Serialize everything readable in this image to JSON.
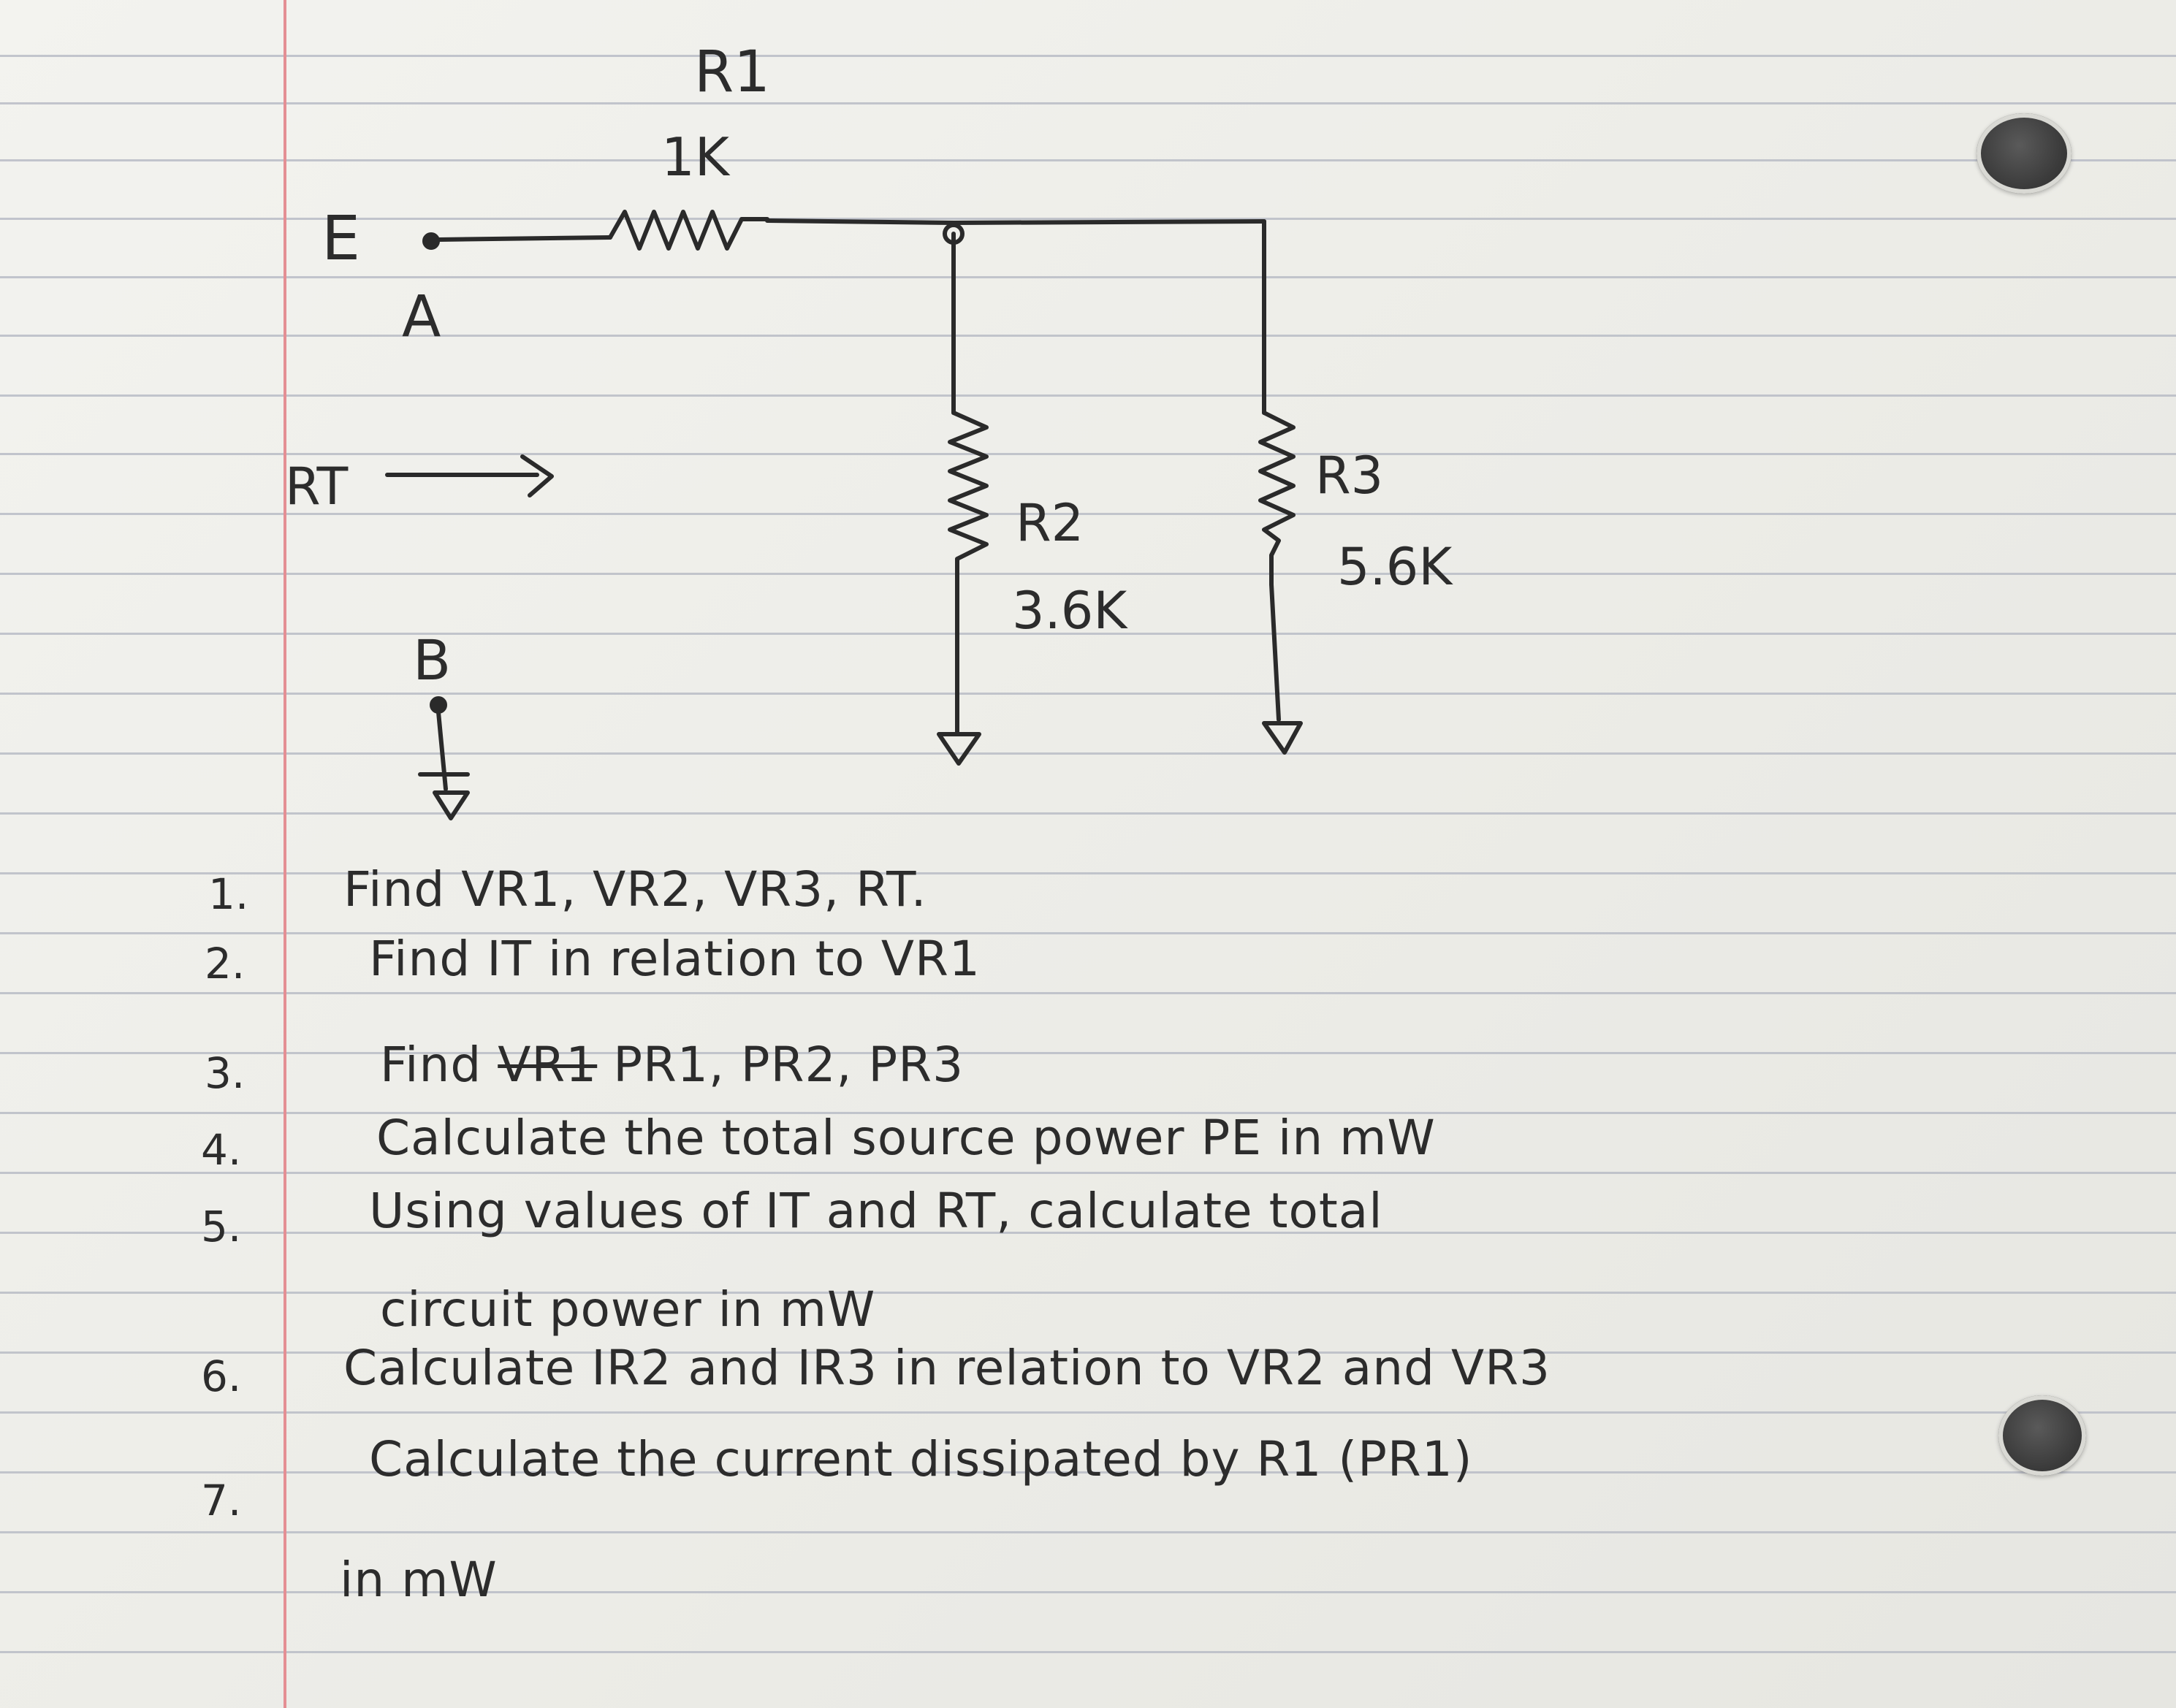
{
  "circuit": {
    "r1_label": "R1",
    "r1_value": "1K",
    "source_label": "E",
    "node_a": "A",
    "node_b": "B",
    "rt_label": "RT",
    "r2_label": "R2",
    "r2_value": "3.6K",
    "r3_label": "R3",
    "r3_value": "5.6K"
  },
  "questions": [
    {
      "num": "1.",
      "text": "Find VR1, VR2, VR3, RT."
    },
    {
      "num": "2.",
      "text": "Find IT in relation to VR1"
    },
    {
      "num": "3.",
      "text_a": "Find",
      "text_struck": "VR1",
      "text_b": "PR1, PR2, PR3"
    },
    {
      "num": "4.",
      "text": "Calculate the total source power PE in mW"
    },
    {
      "num": "5.",
      "text": "Using values of IT and RT, calculate total",
      "text_cont": "circuit power in mW"
    },
    {
      "num": "6.",
      "text": "Calculate IR2 and IR3 in relation to VR2 and VR3"
    },
    {
      "num": "7.",
      "text": "Calculate the current dissipated by R1 (PR1)",
      "text_cont": "in mW"
    }
  ]
}
